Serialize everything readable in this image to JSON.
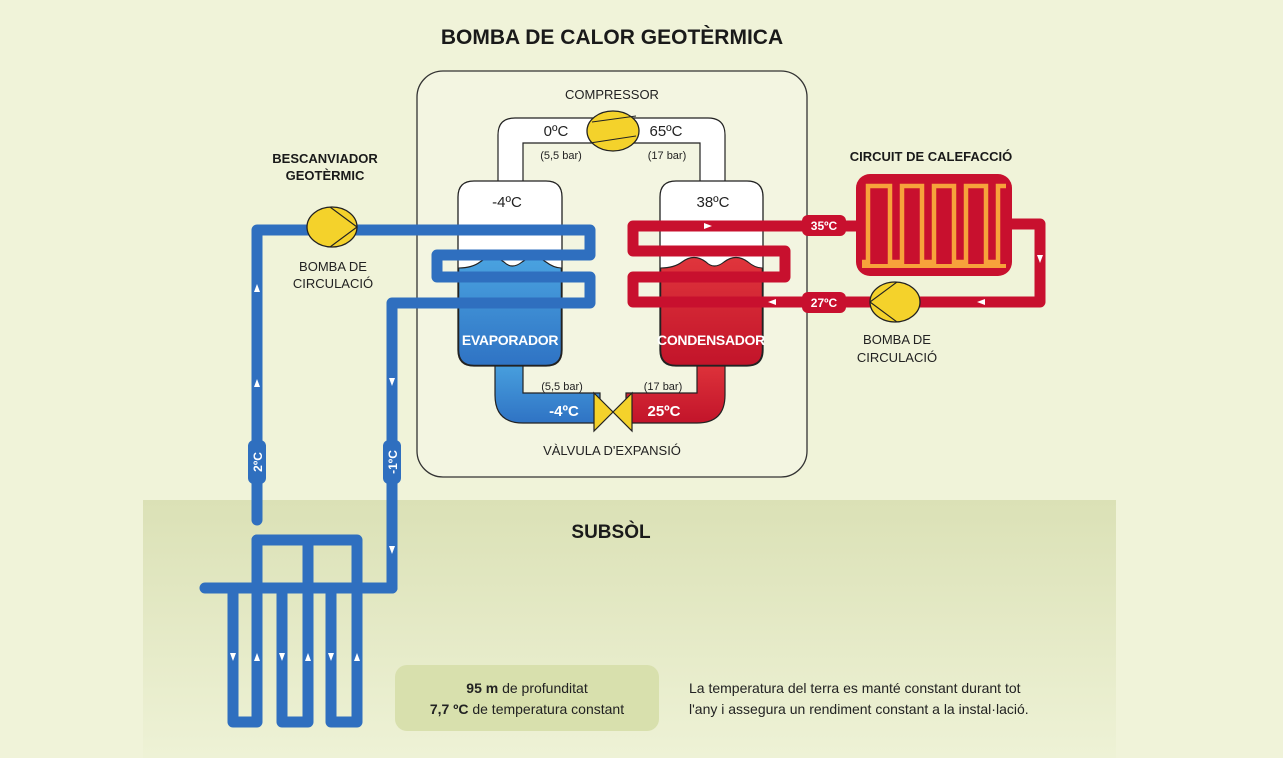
{
  "title": "BOMBA DE CALOR GEOTÈRMICA",
  "colors": {
    "background": "#f0f3d9",
    "subsoil_panel": "#dde3b9",
    "info_box": "#dae2b0",
    "cold_pipe": "#2f6fbf",
    "evaporator_fluid": "#3e8fd6",
    "hot_pipe": "#c8102e",
    "condenser_fluid": "#d72631",
    "radiator_coil": "#f7a23b",
    "pump_yellow": "#f4d22b"
  },
  "heat_pump_unit": {
    "compressor": {
      "label": "COMPRESSOR",
      "inlet_temp": "0ºC",
      "outlet_temp": "65ºC",
      "inlet_pressure": "(5,5 bar)",
      "outlet_pressure": "(17 bar)"
    },
    "evaporator": {
      "label": "EVAPORADOR",
      "top_temp": "-4ºC",
      "outlet_pressure": "(5,5 bar)",
      "outlet_temp": "-4ºC"
    },
    "condenser": {
      "label": "CONDENSADOR",
      "top_temp": "38ºC",
      "outlet_pressure": "(17 bar)",
      "outlet_temp": "25ºC"
    },
    "expansion_valve": {
      "label": "VÀLVULA D'EXPANSIÓ"
    }
  },
  "geothermal_exchanger": {
    "title_line1": "BESCANVIADOR",
    "title_line2": "GEOTÈRMIC",
    "pump_label_line1": "BOMBA DE",
    "pump_label_line2": "CIRCULACIÓ",
    "supply_temp": "2ºC",
    "return_temp": "-1ºC"
  },
  "heating_circuit": {
    "title": "CIRCUIT DE CALEFACCIÓ",
    "supply_temp": "35ºC",
    "return_temp": "27ºC",
    "pump_label_line1": "BOMBA DE",
    "pump_label_line2": "CIRCULACIÓ"
  },
  "subsoil": {
    "title": "SUBSÒL",
    "depth_value": "95 m",
    "depth_text": " de profunditat",
    "temp_value": "7,7 ºC",
    "temp_text": " de temperatura constant",
    "note_line1": "La temperatura del terra es manté constant durant tot",
    "note_line2": "l'any i assegura un rendiment constant a la instal·lació."
  }
}
